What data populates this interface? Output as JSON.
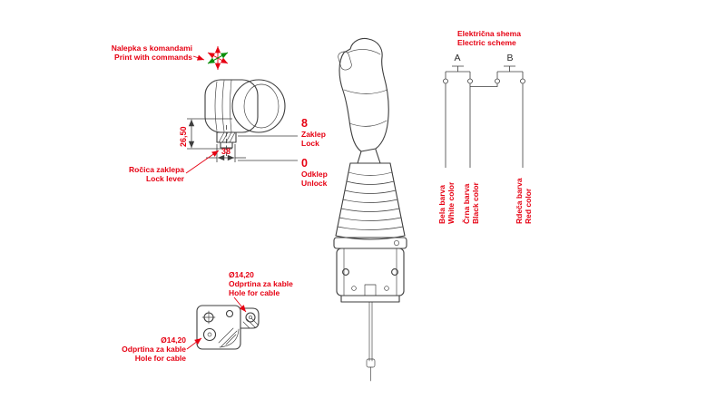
{
  "colors": {
    "annotation_red": "#e60012",
    "arrow_green": "#0b8f0b",
    "line_gray": "#3d3d3d",
    "background": "#ffffff"
  },
  "head_view": {
    "sticker_sl": "Nalepka s komandami",
    "sticker_en": "Print with commands",
    "dim_height": "26,50",
    "dim_width": "38",
    "lock_value": "8",
    "lock_sl": "Zaklep",
    "lock_en": "Lock",
    "unlock_value": "0",
    "unlock_sl": "Odklep",
    "unlock_en": "Unlock",
    "lock_lever_sl": "Ročica zaklepa",
    "lock_lever_en": "Lock lever"
  },
  "base_view": {
    "hole_top": {
      "diameter": "Ø14,20",
      "sl": "Odprtina za kable",
      "en": "Hole for cable"
    },
    "hole_bottom": {
      "diameter": "Ø14,20",
      "sl": "Odprtina za kable",
      "en": "Hole for cable"
    }
  },
  "electric_scheme": {
    "title_sl": "Električna shema",
    "title_en": "Electric scheme",
    "button_a": "A",
    "button_b": "B",
    "wires": [
      {
        "sl": "Bela barva",
        "en": "White color"
      },
      {
        "sl": "Črna barva",
        "en": "Black color"
      },
      {
        "sl": "Rdeča barva",
        "en": "Red color"
      }
    ]
  }
}
